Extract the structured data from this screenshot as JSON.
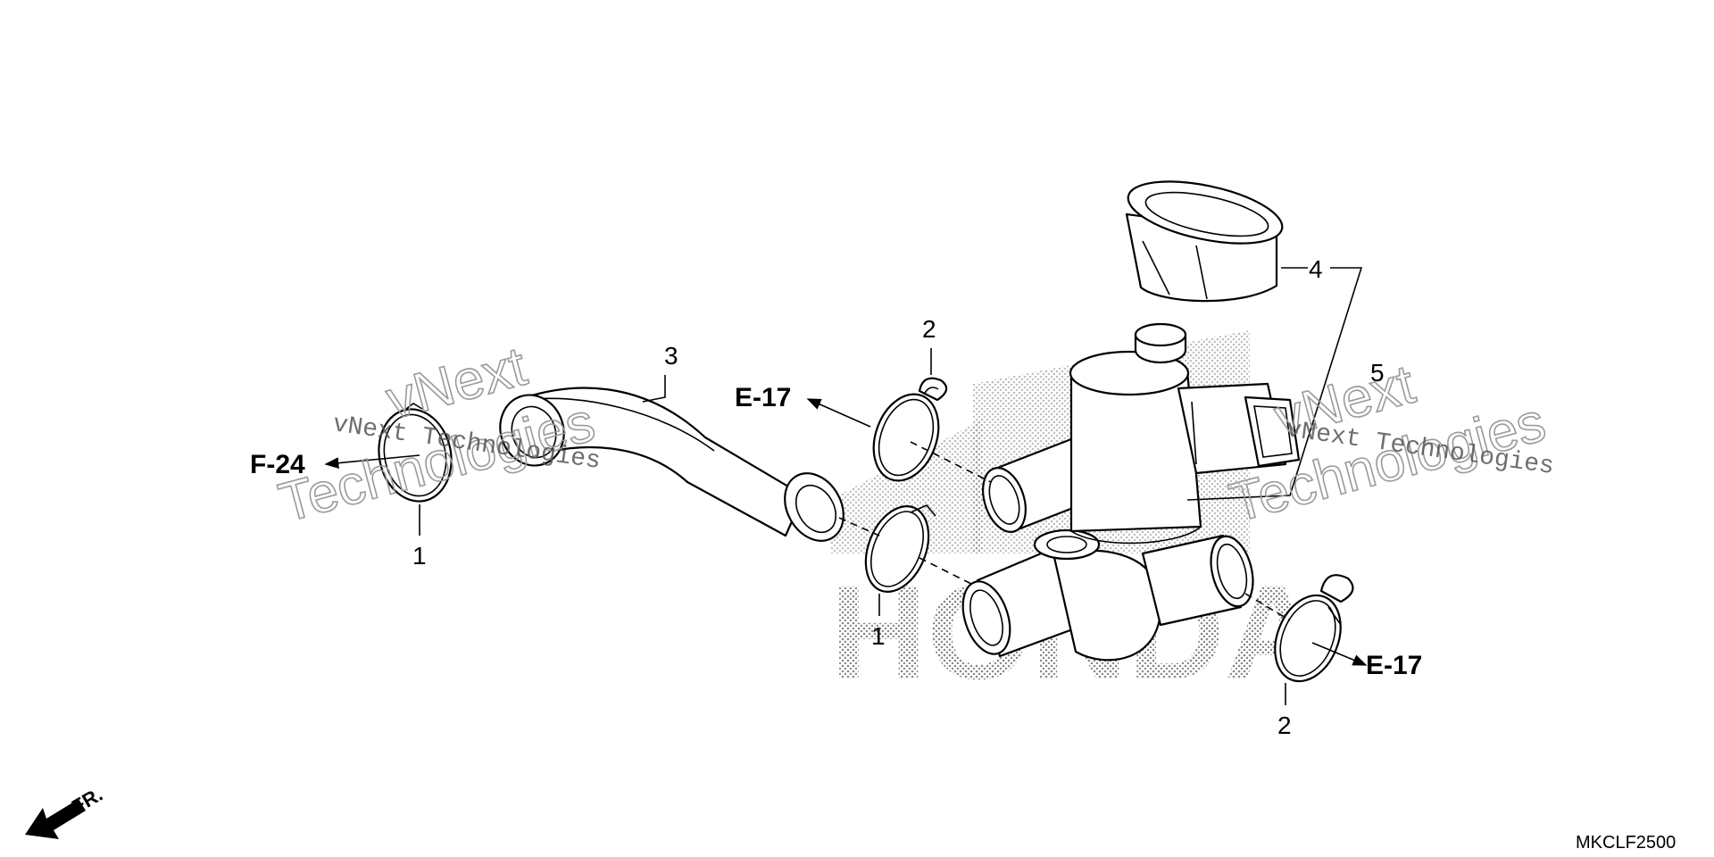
{
  "callouts": {
    "c1a": "1",
    "c1b": "1",
    "c2a": "2",
    "c2b": "2",
    "c3": "3",
    "c4": "4",
    "c5": "5"
  },
  "references": {
    "f24": "F-24",
    "e17_top": "E-17",
    "e17_bottom": "E-17"
  },
  "direction_label": "FR.",
  "diagram_code": "MKCLF2500",
  "watermarks": {
    "line1": "vNext",
    "line2": "Technologies",
    "full": "vNext Technologies"
  },
  "background_logo": "HONDA",
  "colors": {
    "ink": "#000000",
    "watermark": "#9a9a9a"
  }
}
